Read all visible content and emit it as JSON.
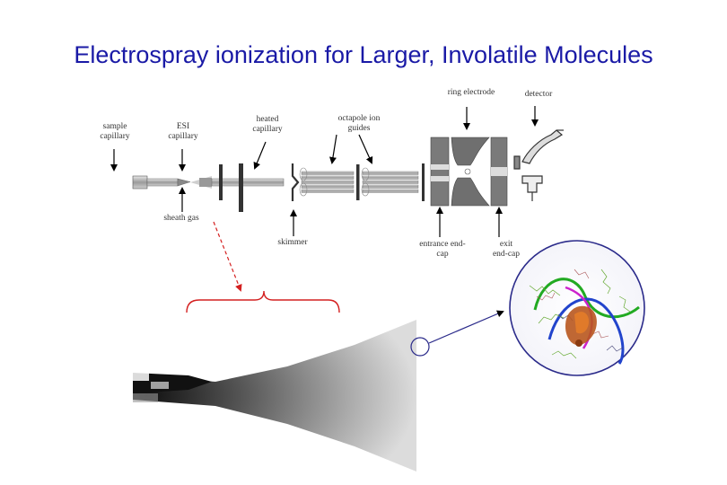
{
  "title": "Electrospray ionization for Larger, Involatile Molecules",
  "labels": {
    "sample_capillary": [
      "sample",
      "capillary"
    ],
    "esi_capillary": [
      "ESI",
      "capillary"
    ],
    "heated_capillary": [
      "heated",
      "capillary"
    ],
    "octapole_ion_guides": [
      "octapole ion",
      "guides"
    ],
    "ring_electrode": "ring electrode",
    "detector": "detector",
    "sheath_gas": "sheath gas",
    "skimmer": "skimmer",
    "entrance_end_cap": [
      "entrance end-",
      "cap"
    ],
    "exit_end_cap": [
      "exit",
      "end-cap"
    ]
  },
  "colors": {
    "title": "#1a1aa6",
    "callout_arrow": "#d42020",
    "zoom_circle": "#2a2a8a"
  }
}
